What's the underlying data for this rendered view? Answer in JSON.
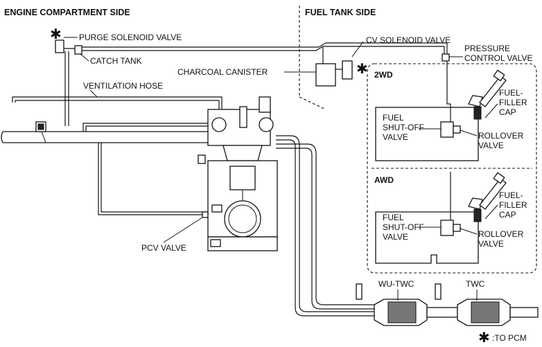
{
  "headers": {
    "engine_side": "ENGINE COMPARTMENT SIDE",
    "fuel_tank_side": "FUEL TANK SIDE"
  },
  "labels": {
    "purge_solenoid_valve": "PURGE SOLENOID VALVE",
    "catch_tank": "CATCH TANK",
    "ventilation_hose": "VENTILATION HOSE",
    "charcoal_canister": "CHARCOAL CANISTER",
    "cv_solenoid_valve": "CV SOLENOID VALVE",
    "pressure_control_valve_1": "PRESSURE",
    "pressure_control_valve_2": "CONTROL VALVE",
    "pcv_valve": "PCV VALVE",
    "wu_twc": "WU-TWC",
    "twc": "TWC"
  },
  "tank_2wd": {
    "title": "2WD",
    "fuel_shutoff_1": "FUEL",
    "fuel_shutoff_2": "SHUT-OFF",
    "fuel_shutoff_3": "VALVE",
    "rollover_1": "ROLLOVER",
    "rollover_2": "VALVE",
    "filler_1": "FUEL-",
    "filler_2": "FILLER",
    "filler_3": "CAP"
  },
  "tank_awd": {
    "title": "AWD",
    "fuel_shutoff_1": "FUEL",
    "fuel_shutoff_2": "SHUT-OFF",
    "fuel_shutoff_3": "VALVE",
    "rollover_1": "ROLLOVER",
    "rollover_2": "VALVE",
    "filler_1": "FUEL-",
    "filler_2": "FILLER",
    "filler_3": "CAP"
  },
  "markers": {
    "asterisk": "✱",
    "to_pcm": ":TO PCM"
  }
}
